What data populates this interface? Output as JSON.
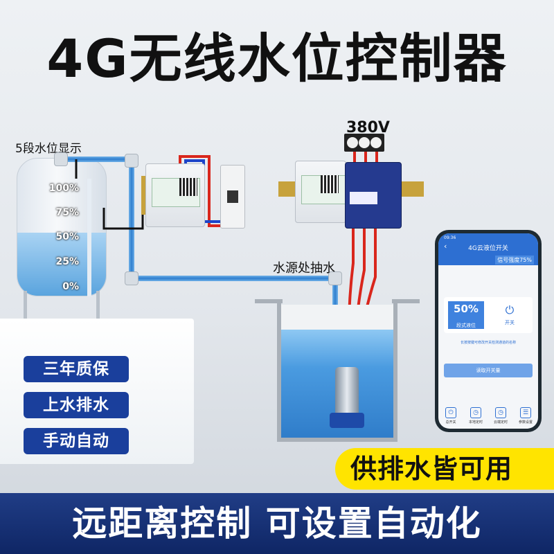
{
  "title": "4G无线水位控制器",
  "tank": {
    "label": "5段水位显示",
    "levels": [
      "100%",
      "75%",
      "50%",
      "25%",
      "0%"
    ],
    "fill_fraction": 0.46
  },
  "voltage": "380V",
  "source_label": "水源处抽水",
  "features": [
    "三年质保",
    "上水排水",
    "手动自动"
  ],
  "badge": "供排水皆可用",
  "bottom_banner": "远距离控制 可设置自动化",
  "phone": {
    "time": "09:36",
    "app_title": "4G云液位开关",
    "signal": "信号强度75%",
    "level_value": "50%",
    "level_label": "段式液位",
    "switch_label": "开关",
    "hint": "长按按键可修改开关检测通道的名称",
    "read_button": "读取开关量",
    "tabs": [
      "总开关",
      "本地定时",
      "云端定时",
      "参数设置"
    ]
  },
  "colors": {
    "brand_blue": "#1a3f9c",
    "badge_yellow": "#ffe400",
    "app_blue": "#2d6fd2"
  }
}
